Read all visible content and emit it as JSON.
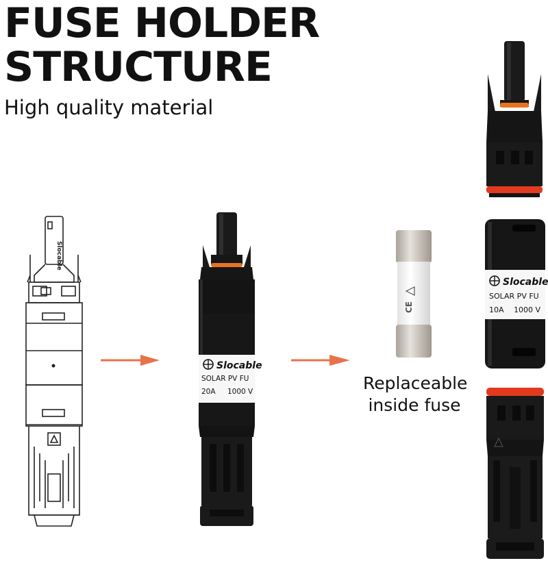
{
  "heading": {
    "title_line1": "FUSE HOLDER",
    "title_line2": "STRUCTURE",
    "subtitle": "High quality material"
  },
  "assembled_label": {
    "brand": "Slocable",
    "line2": "SOLAR PV FU",
    "rating": "20A",
    "voltage": "1000 V"
  },
  "exploded_label": {
    "brand": "Slocable",
    "line2": "SOLAR PV FU",
    "rating": "10A",
    "voltage": "1000 V"
  },
  "fuse_caption": {
    "line1": "Replaceable",
    "line2": "inside fuse"
  },
  "diagram_logo": "Slocable",
  "colors": {
    "arrow": "#e8734a",
    "oring": "#e23a1e",
    "body": "#161616",
    "cap": "#c9c4bd"
  }
}
